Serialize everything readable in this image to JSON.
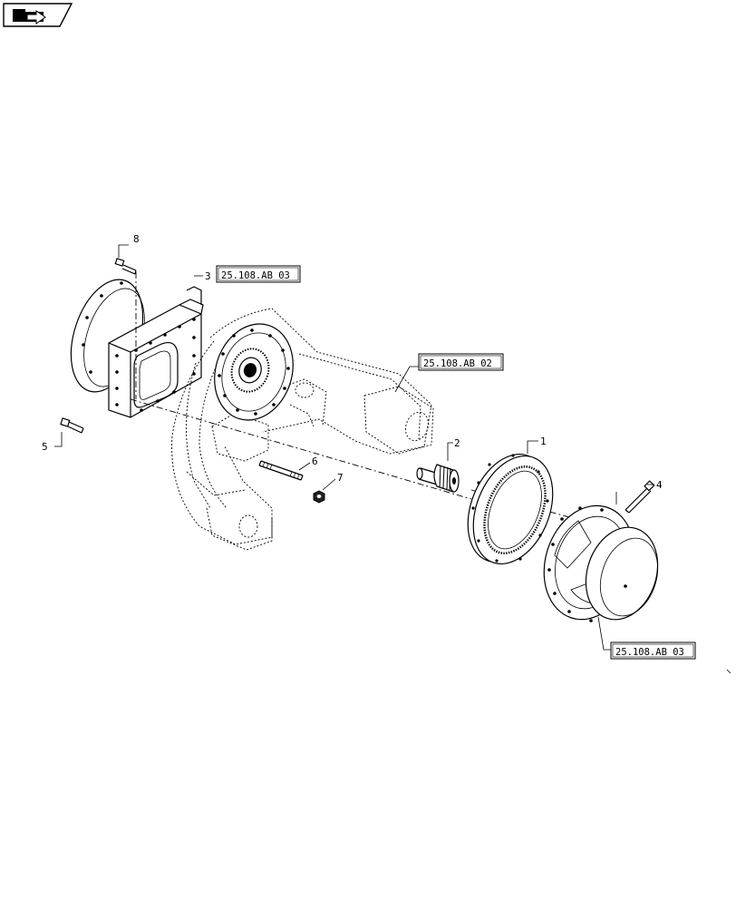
{
  "nav": {
    "icon": "folder-arrow-icon"
  },
  "callouts": {
    "item_1": "1",
    "item_2": "2",
    "item_3": "3",
    "item_4": "4",
    "item_5": "5",
    "item_6": "6",
    "item_7": "7",
    "item_8": "8"
  },
  "references": {
    "top_ref": "25.108.AB 03",
    "middle_ref": "25.108.AB 02",
    "bottom_ref": "25.108.AB 03"
  }
}
